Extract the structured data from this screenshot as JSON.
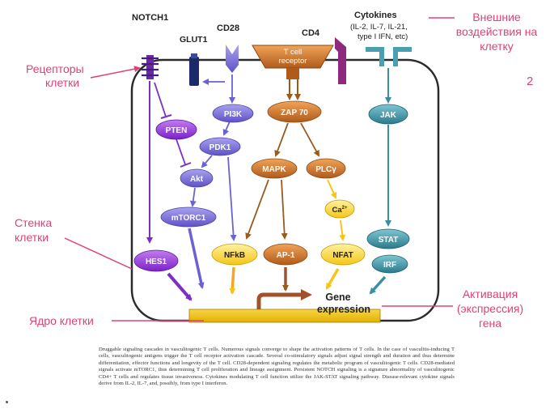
{
  "receptors": {
    "notch1": "NOTCH1",
    "glut1": "GLUT1",
    "cd28": "CD28",
    "cd4": "CD4",
    "tcr_line1": "T cell",
    "tcr_line2": "receptor",
    "cytokines_title": "Cytokines",
    "cytokines_line1": "(IL-2, IL-7, IL-21,",
    "cytokines_line2": "type I IFN, etc)"
  },
  "nodes": {
    "pten": "PTEN",
    "akt": "Akt",
    "mtorc1": "mTORC1",
    "hes1": "HES1",
    "pi3k": "PI3K",
    "pdk1": "PDK1",
    "nfkb": "NFkB",
    "zap70": "ZAP 70",
    "mapk": "MAPK",
    "plcg": "PLCγ",
    "ap1": "AP-1",
    "ca": "Ca",
    "ca_sup": "2+",
    "nfat": "NFAT",
    "jak": "JAK",
    "stat": "STAT",
    "irf": "IRF",
    "gene_line1": "Gene",
    "gene_line2": "expression"
  },
  "annotations": {
    "external_line1": "Внешние",
    "external_line2": "воздействия на",
    "external_line3": "клетку",
    "receptors_line1": "Рецепторы",
    "receptors_line2": "клетки",
    "wall_line1": "Стенка",
    "wall_line2": "клетки",
    "nucleus": "Ядро клетки",
    "activation_line1": "Активация",
    "activation_line2": "(экспрессия)",
    "activation_line3": "гена",
    "page_number": "2"
  },
  "caption": "Druggable signaling cascades in vasculitogenic T cells. Numerous signals converge to shape the activation patterns of T cells. In the case of vasculitis-inducing T cells, vasculitogenic antigens trigger the T cell receptor activation cascade. Several co-stimulatory signals adjust signal strength and duration and thus determine differentiation, effector functions and longevity of the T cell. CD28-dependent signaling regulates the metabolic program of vasculitogenic T cells. CD28-mediated signals activate mTORC1, thus determining T cell proliferation and lineage assignment. Persistent NOTCH signaling is a signature abnormality of vasculitogenic CD4+ T cells and regulates tissue invasiveness. Cytokines modulating T cell function utilize the JAK-STAT signaling pathway. Disease-relevant cytokine signals derive from IL-2, IL-7, and, possibly, from type I interferon.",
  "colors": {
    "annotation": "#e0407a",
    "purple": "#7b2fc4",
    "lilac": "#7d6fd8",
    "orange": "#f5a623",
    "brown": "#a0522d",
    "teal": "#3a8fa0",
    "yellow": "#f5c518"
  }
}
